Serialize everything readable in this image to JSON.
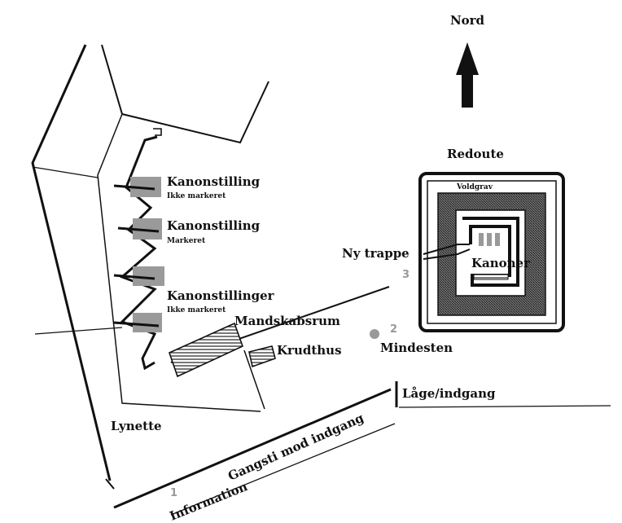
{
  "compass": {
    "label": "Nord",
    "icon": "north-arrow-icon"
  },
  "redoute": {
    "title": "Redoute",
    "moat": "Voldgrav",
    "cannons": "Kanoner",
    "stairs": "Ny trappe"
  },
  "lynette": {
    "title": "Lynette"
  },
  "gun_positions": [
    {
      "title": "Kanonstilling",
      "note": "Ikke markeret"
    },
    {
      "title": "Kanonstilling",
      "note": "Markeret"
    },
    {
      "title": "Kanonstillinger",
      "note": "Ikke markeret"
    }
  ],
  "buildings": {
    "crew_room": "Mandskabsrum",
    "powder_house": "Krudthus",
    "memorial": "Mindesten"
  },
  "paths": {
    "gate": "Låge/indgang",
    "walkway": "Gangsti mod indgang",
    "info": "Information"
  },
  "markers": [
    "1",
    "2",
    "3"
  ],
  "colors": {
    "ink": "#111111",
    "marker": "#999999",
    "fill": "#9a9a9a",
    "hatch": "#555555"
  }
}
